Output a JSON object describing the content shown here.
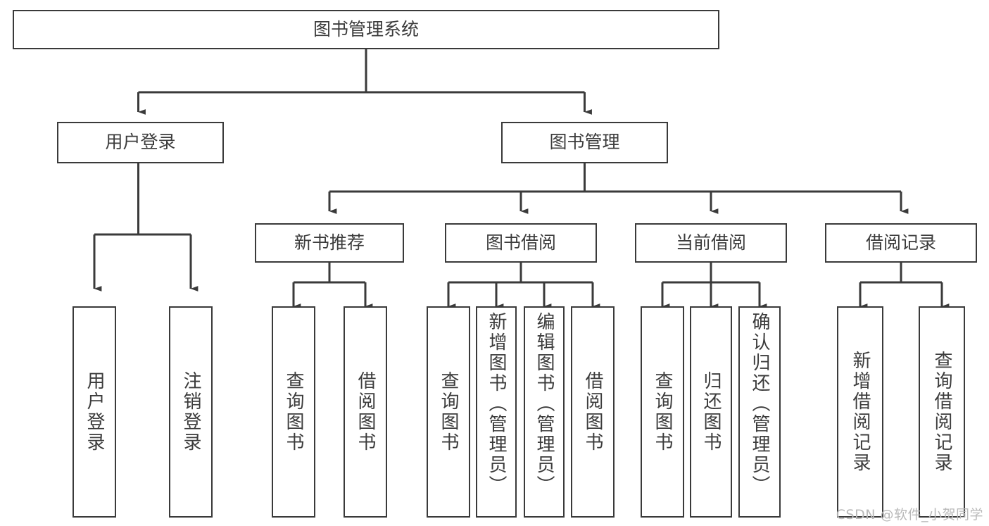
{
  "diagram": {
    "type": "tree",
    "title": "图书管理系统",
    "watermark": "CSDN @软件_小贺同学",
    "colors": {
      "box_border": "#3a3a3a",
      "box_fill": "#ffffff",
      "connector": "#3a3a3a",
      "text": "#3c3c3c",
      "watermark": "#b9b9b9",
      "background": "#ffffff"
    },
    "root": {
      "label": "图书管理系统"
    },
    "level2": [
      {
        "label": "用户登录"
      },
      {
        "label": "图书管理"
      }
    ],
    "level3": [
      {
        "label": "新书推荐"
      },
      {
        "label": "图书借阅"
      },
      {
        "label": "当前借阅"
      },
      {
        "label": "借阅记录"
      }
    ],
    "leaves": {
      "user_login": [
        {
          "label": "用户登录"
        },
        {
          "label": "注销登录"
        }
      ],
      "new_book": [
        {
          "label": "查询图书"
        },
        {
          "label": "借阅图书"
        }
      ],
      "book_borrow": [
        {
          "label": "查询图书"
        },
        {
          "label": "新增图书（管理员）"
        },
        {
          "label": "编辑图书（管理员）"
        },
        {
          "label": "借阅图书"
        }
      ],
      "current_borrow": [
        {
          "label": "查询图书"
        },
        {
          "label": "归还图书"
        },
        {
          "label": "确认归还（管理员）"
        }
      ],
      "borrow_record": [
        {
          "label": "新增借阅记录"
        },
        {
          "label": "查询借阅记录"
        }
      ]
    }
  }
}
